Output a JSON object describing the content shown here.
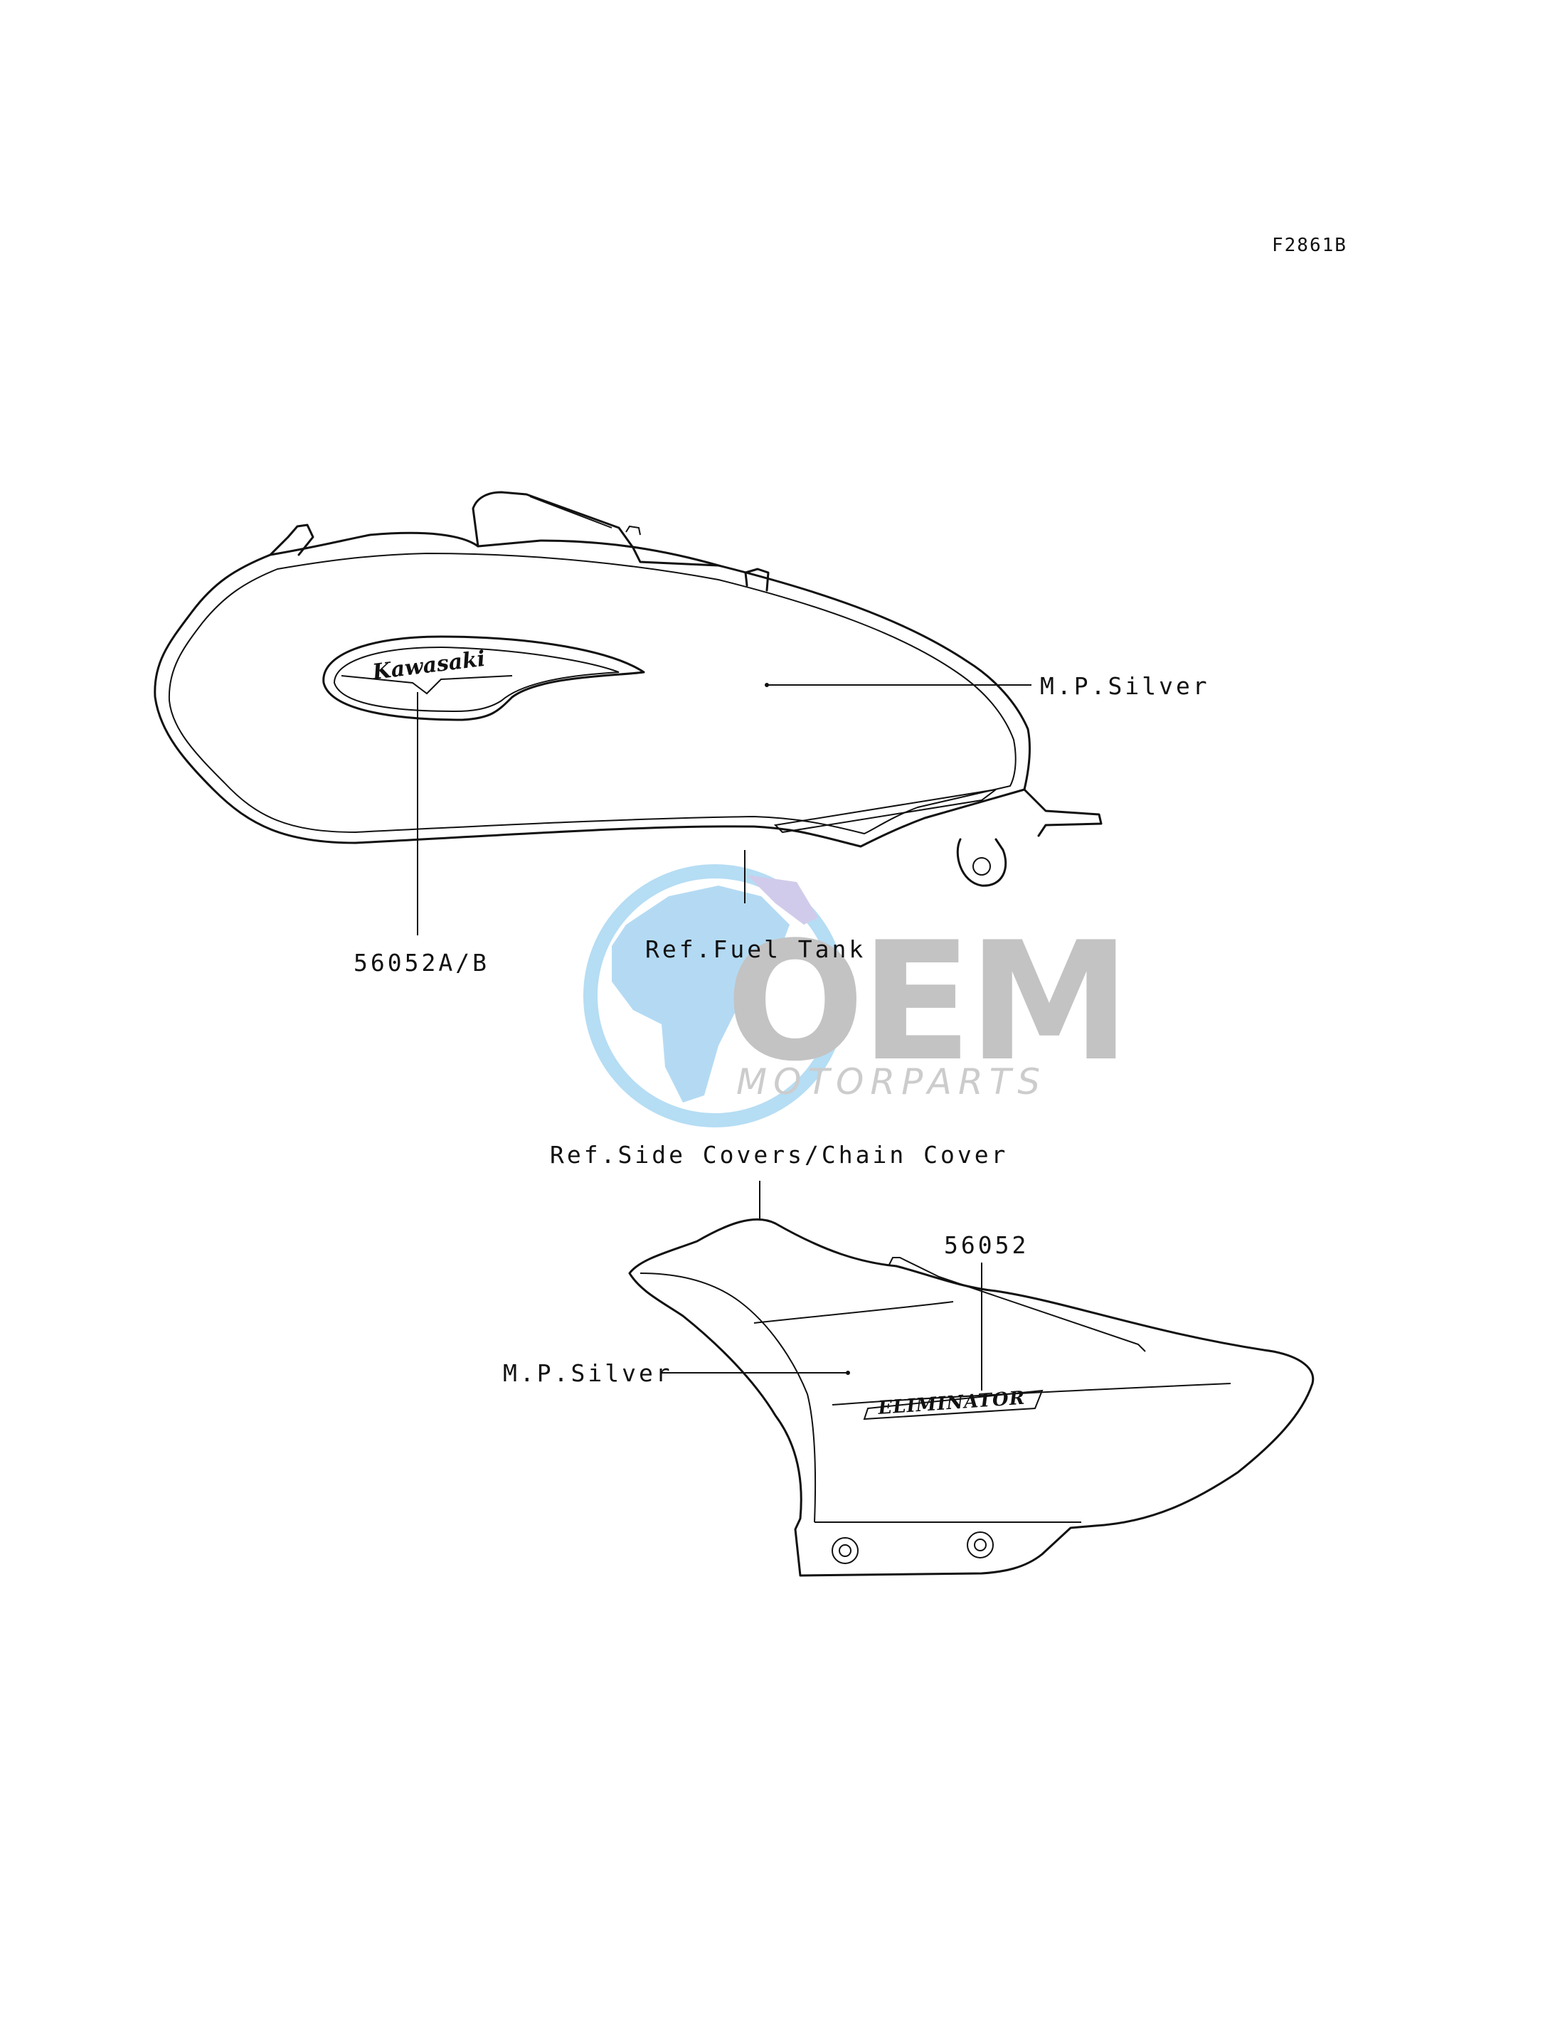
{
  "figure_code": "F2861B",
  "fuel_tank": {
    "color_label": "M.P.Silver",
    "decal_part": "56052A/B",
    "ref_label": "Ref.Fuel Tank",
    "emblem_text": "Kawasaki"
  },
  "side_cover": {
    "ref_label": "Ref.Side Covers/Chain Cover",
    "decal_part": "56052",
    "color_label": "M.P.Silver",
    "emblem_text": "ELIMINATOR"
  },
  "watermark": {
    "brand": "OEM",
    "tagline": "MOTORPARTS"
  }
}
